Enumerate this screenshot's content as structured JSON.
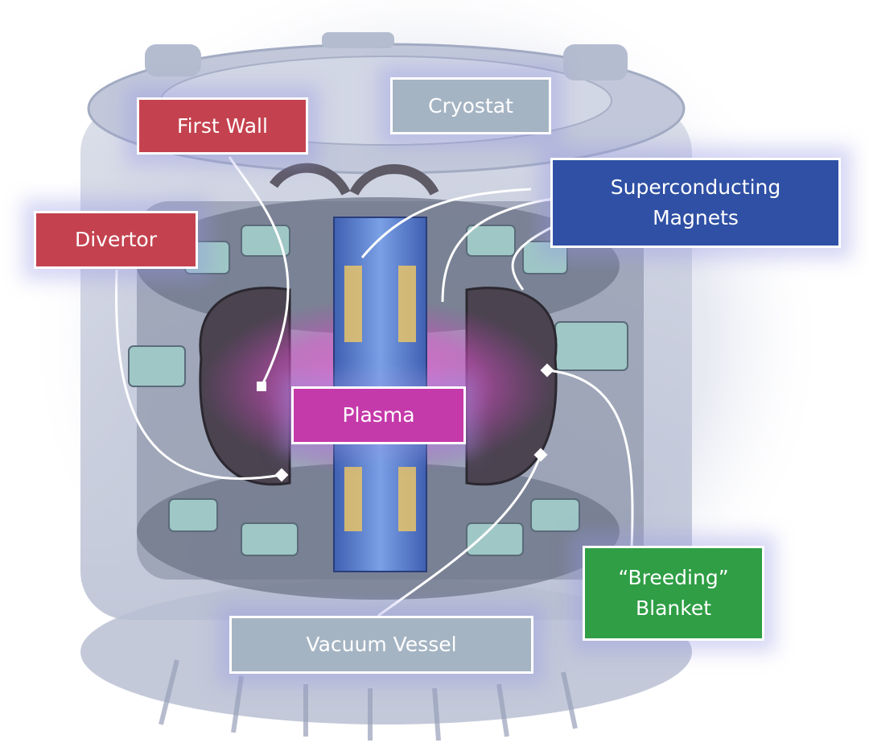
{
  "labels": {
    "first_wall": "First Wall",
    "cryostat": "Cryostat",
    "superconducting_magnets_line1": "Superconducting",
    "superconducting_magnets_line2": "Magnets",
    "divertor": "Divertor",
    "plasma": "Plasma",
    "breeding_blanket_line1": "“Breeding”",
    "breeding_blanket_line2": "Blanket",
    "vacuum_vessel": "Vacuum Vessel"
  },
  "colors": {
    "first_wall": "#c4424f",
    "divertor": "#c4424f",
    "cryostat": "#a5b4c3",
    "superconducting_magnets": "#2f50a4",
    "plasma": "#c53aaa",
    "breeding_blanket": "#2f9e45",
    "vacuum_vessel": "#a5b4c3",
    "leader_lines": "#ffffff"
  }
}
